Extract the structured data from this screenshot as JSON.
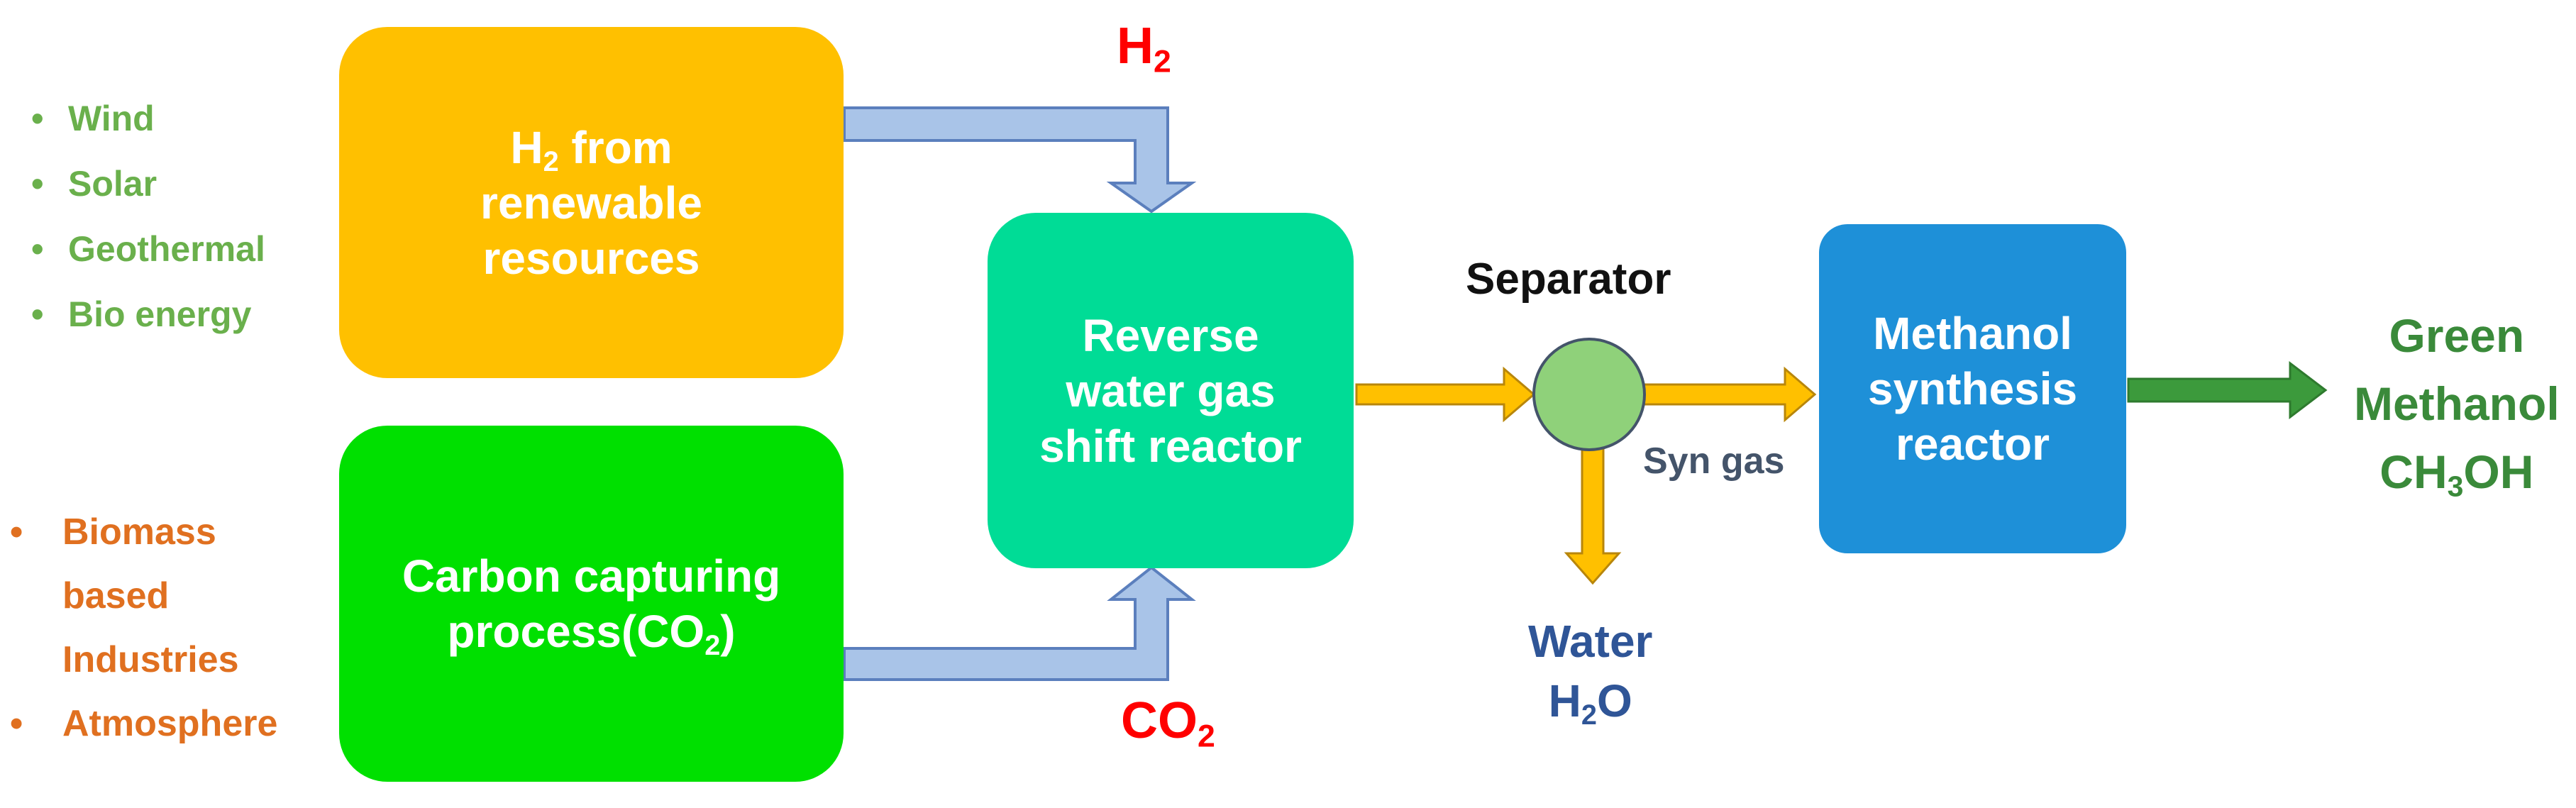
{
  "colors": {
    "h2_box": "#ffc000",
    "co2_box": "#00e000",
    "rwgs_box": "#00dc96",
    "meoh_box": "#1e90d8",
    "pipe": "#a9c4e8",
    "pipe_stroke": "#5b7fbd",
    "process_arrow": "#ffc000",
    "output_arrow": "#3c9a3c",
    "separator": "#8fd17a"
  },
  "renewable_sources": [
    "Wind",
    "Solar",
    "Geothermal",
    "Bio energy"
  ],
  "carbon_sources": [
    "Biomass",
    "based",
    "Industries",
    "Atmosphere"
  ],
  "h2_box": {
    "line1": "H",
    "line1_sub": "2",
    "line1_rest": " from",
    "line2": "renewable",
    "line3": "resources"
  },
  "co2_box": {
    "line1": "Carbon capturing",
    "line2": "process(CO",
    "line2_sub": "2",
    "line2_end": ")"
  },
  "rwgs_box": {
    "line1": "Reverse",
    "line2": "water gas",
    "line3": "shift reactor"
  },
  "meoh_box": {
    "line1": "Methanol",
    "line2": "synthesis",
    "line3": "reactor"
  },
  "labels": {
    "h2": "H",
    "h2_sub": "2",
    "co2": "CO",
    "co2_sub": "2",
    "separator": "Separator",
    "syngas": "Syn gas",
    "water": "Water",
    "water_formula_a": "H",
    "water_formula_sub": "2",
    "water_formula_b": "O"
  },
  "output": {
    "line1": "Green",
    "line2": "Methanol",
    "formula_a": "CH",
    "formula_sub": "3",
    "formula_b": "OH"
  }
}
